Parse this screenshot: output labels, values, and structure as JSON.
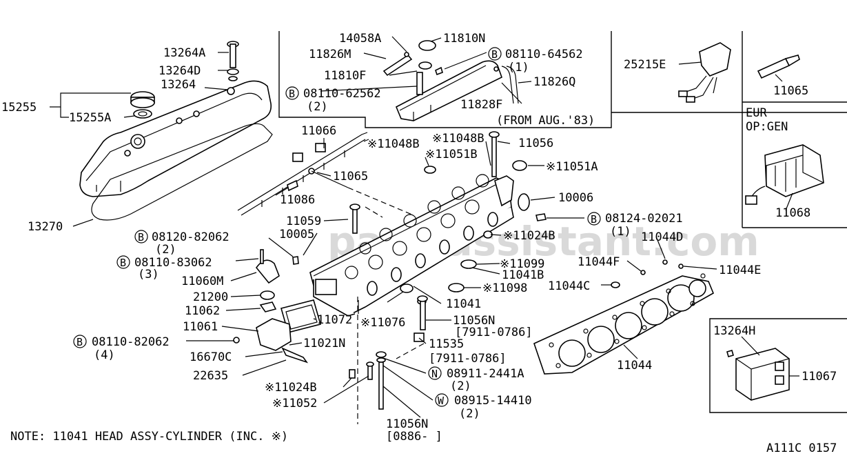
{
  "diagram": {
    "watermark": "partsassistant.com",
    "note": "NOTE: 11041 HEAD ASSY-CYLINDER (INC. ※)",
    "figure_code": "A111C 0157",
    "inset_labels": {
      "from_aug": "(FROM AUG.'83)",
      "eur": "EUR",
      "op_gen": "OP:GEN"
    },
    "labels": {
      "p13264A": "13264A",
      "p13264D": "13264D",
      "p13264": "13264",
      "p15255": "15255",
      "p15255A": "15255A",
      "p13270": "13270",
      "p11066": "11066",
      "p11065a": "11065",
      "p11086": "11086",
      "p11048Ba": "※11048B",
      "p11048Bb": "※11048B",
      "p11051B": "※11051B",
      "p11056a": "11056",
      "p11051A": "※11051A",
      "p10006": "10006",
      "p08124": "08124-02021",
      "p08124q": "(1)",
      "p11059": "11059",
      "p08120": "08120-82062",
      "p08120q": "(2)",
      "p10005": "10005",
      "p11024Ba": "※11024B",
      "p08110_83062": "08110-83062",
      "p08110_83062q": "(3)",
      "p11060M": "11060M",
      "p21200": "21200",
      "p11062": "11062",
      "p11061": "11061",
      "p11072": "11072",
      "p11076": "※11076",
      "p08110_82062": "08110-82062",
      "p08110_82062q": "(4)",
      "p11021N": "11021N",
      "p16670C": "16670C",
      "p22635": "22635",
      "p11024Bb": "※11024B",
      "p11052": "※11052",
      "p11099": "※11099",
      "p11041B": "11041B",
      "p11098": "※11098",
      "p11041": "11041",
      "p11056Na": "11056N",
      "p7911a": "[7911-0786]",
      "p11535": "11535",
      "p7911b": "[7911-0786]",
      "p08911": "08911-2441A",
      "p08911q": "(2)",
      "p08915": "08915-14410",
      "p08915q": "(2)",
      "p11056Nb": "11056N",
      "p0886": "[0886-    ]",
      "p11044D": "11044D",
      "p11044F": "11044F",
      "p11044E": "11044E",
      "p11044C": "11044C",
      "p11044": "11044",
      "p14058A": "14058A",
      "p11810N": "11810N",
      "p11826M": "11826M",
      "p08110_64562": "08110-64562",
      "p08110_64562q": "(1)",
      "p11810F": "11810F",
      "p08110_62562": "08110-62562",
      "p08110_62562q": "(2)",
      "p11826Q": "11826Q",
      "p11828F": "11828F",
      "p25215E": "25215E",
      "p11065b": "11065",
      "p11068": "11068",
      "p13264H": "13264H",
      "p11067": "11067"
    },
    "callout_letters": {
      "B": "B",
      "N": "N",
      "W": "W"
    }
  }
}
